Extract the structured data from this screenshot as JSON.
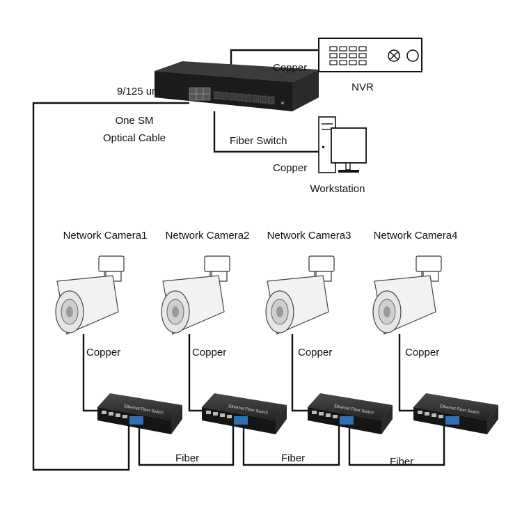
{
  "labels": {
    "nvr": "NVR",
    "copper_nvr": "Copper",
    "fiber_spec": "9/125 um",
    "optical_cable": [
      "One SM",
      "Optical Cable"
    ],
    "fiber_switch": "Fiber Switch",
    "copper_workstation": "Copper",
    "workstation": "Workstation",
    "fiber_links": [
      "Fiber",
      "Fiber",
      "Fiber"
    ]
  },
  "cameras": [
    {
      "title": "Network Camera1",
      "link": "Copper"
    },
    {
      "title": "Network Camera2",
      "link": "Copper"
    },
    {
      "title": "Network Camera3",
      "link": "Copper"
    },
    {
      "title": "Network Camera4",
      "link": "Copper"
    }
  ],
  "switch_labels": [
    "Ethernet Fiber Switch",
    "Ethernet Fiber Switch",
    "Ethernet Fiber Switch",
    "Ethernet Fiber Switch"
  ],
  "colors": {
    "line": "#111111",
    "device": "#1e1e1e",
    "device_top": "#2c2c2c"
  }
}
